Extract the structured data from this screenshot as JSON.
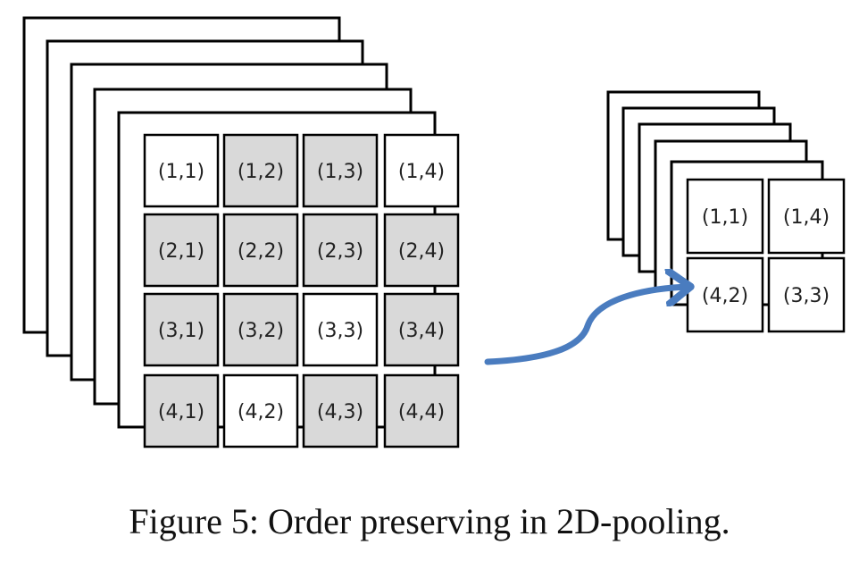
{
  "caption": "Figure 5: Order preserving in 2D-pooling.",
  "colors": {
    "highlight": "#ffffff",
    "shaded": "#d9d9d9",
    "stroke": "#000000",
    "arrow": "#4a7cbf"
  },
  "input_grid": {
    "rows": [
      [
        {
          "label": "(1,1)",
          "selected": true
        },
        {
          "label": "(1,2)",
          "selected": false
        },
        {
          "label": "(1,3)",
          "selected": false
        },
        {
          "label": "(1,4)",
          "selected": true
        }
      ],
      [
        {
          "label": "(2,1)",
          "selected": false
        },
        {
          "label": "(2,2)",
          "selected": false
        },
        {
          "label": "(2,3)",
          "selected": false
        },
        {
          "label": "(2,4)",
          "selected": false
        }
      ],
      [
        {
          "label": "(3,1)",
          "selected": false
        },
        {
          "label": "(3,2)",
          "selected": false
        },
        {
          "label": "(3,3)",
          "selected": true
        },
        {
          "label": "(3,4)",
          "selected": false
        }
      ],
      [
        {
          "label": "(4,1)",
          "selected": false
        },
        {
          "label": "(4,2)",
          "selected": true
        },
        {
          "label": "(4,3)",
          "selected": false
        },
        {
          "label": "(4,4)",
          "selected": false
        }
      ]
    ]
  },
  "output_grid": {
    "rows": [
      [
        {
          "label": "(1,1)"
        },
        {
          "label": "(1,4)"
        }
      ],
      [
        {
          "label": "(4,2)"
        },
        {
          "label": "(3,3)"
        }
      ]
    ]
  }
}
